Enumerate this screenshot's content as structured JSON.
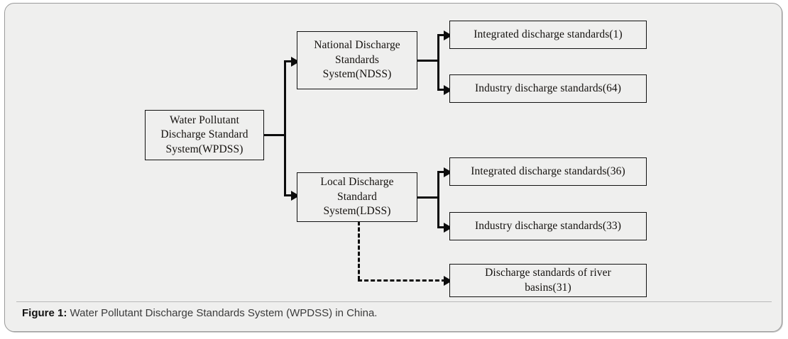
{
  "figure": {
    "caption_label": "Figure 1:",
    "caption_text": "Water Pollutant Discharge Standards System (WPDSS) in China."
  },
  "diagram": {
    "type": "flowchart-tree",
    "root": {
      "id": "wpdss",
      "line1": "Water Pollutant",
      "line2": "Discharge Standard",
      "line3": "System(WPDSS)"
    },
    "branches": [
      {
        "id": "ndss",
        "line1": "National Discharge",
        "line2": "Standards",
        "line3": "System(NDSS)",
        "children": [
          {
            "id": "ndss-integrated",
            "label": "Integrated discharge standards(1)",
            "count": 1
          },
          {
            "id": "ndss-industry",
            "label": "Industry discharge standards(64)",
            "count": 64
          }
        ]
      },
      {
        "id": "ldss",
        "line1": "Local Discharge",
        "line2": "Standard",
        "line3": "System(LDSS)",
        "children": [
          {
            "id": "ldss-integrated",
            "label": "Integrated discharge standards(36)",
            "count": 36
          },
          {
            "id": "ldss-industry",
            "label": "Industry discharge standards(33)",
            "count": 33
          }
        ],
        "dashed_child": {
          "id": "river-basins",
          "line1": "Discharge standards of  river",
          "line2": "basins(31)",
          "count": 31
        }
      }
    ]
  },
  "style": {
    "box_border": "#111111",
    "canvas_bg": "#efefee",
    "connector": "#0c0c0c",
    "caption_color": "#3b3b3b"
  }
}
